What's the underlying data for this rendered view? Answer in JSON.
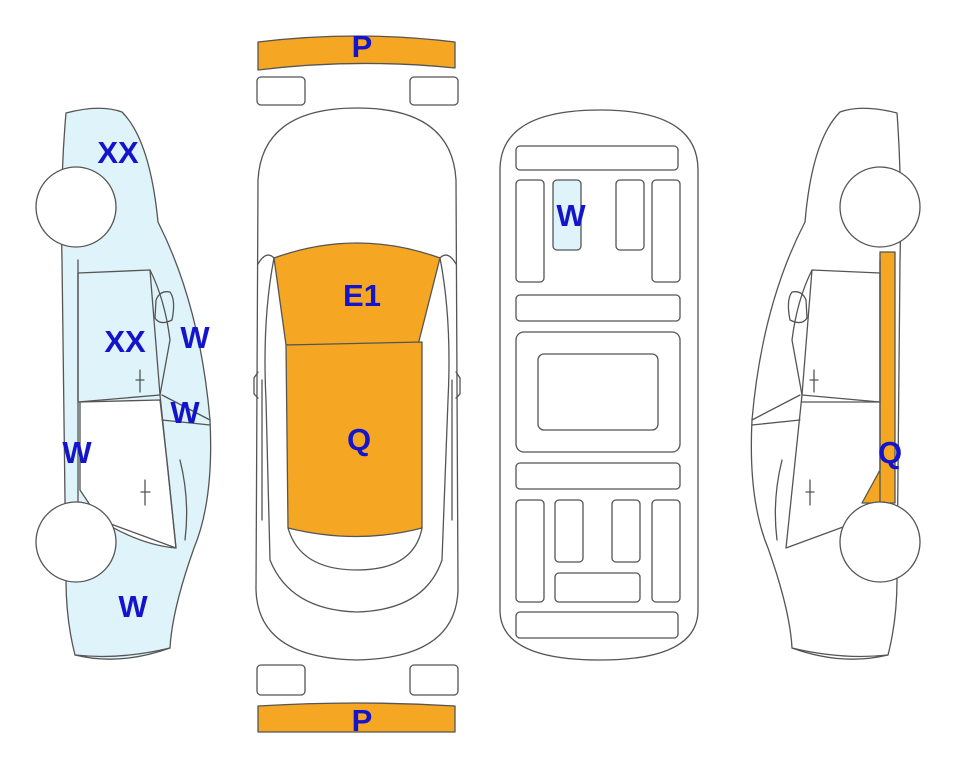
{
  "colors": {
    "damage_orange": "#F5A623",
    "light_blue": "#DFF3FA",
    "label_blue": "#1414CC",
    "outline": "#555555"
  },
  "labels": {
    "left_roof": "XX",
    "left_door_front": "XX",
    "left_pillar": "W",
    "left_mirror": "W",
    "left_front_bumper": "W",
    "left_fender_rear": "W",
    "front_bumper": "P",
    "rear_bumper": "P",
    "hood": "E1",
    "roof": "Q",
    "floor_panel": "W",
    "right_pillar": "Q"
  }
}
